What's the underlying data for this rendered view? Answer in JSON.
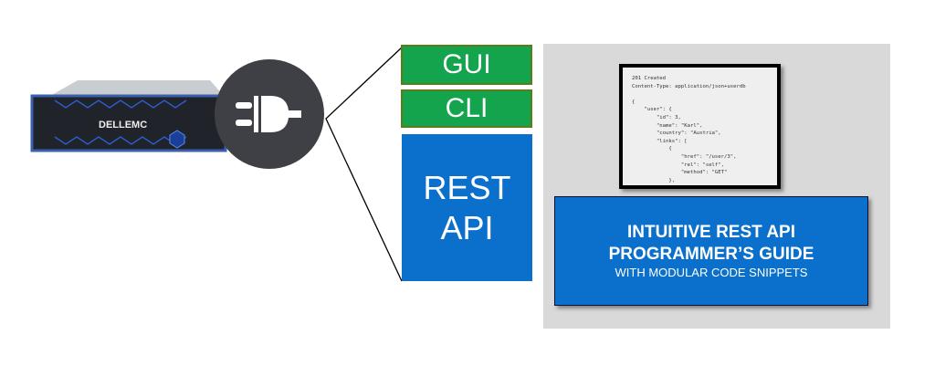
{
  "server": {
    "brand": "DELLEMC"
  },
  "interfaces": [
    {
      "label": "GUI"
    },
    {
      "label": "CLI"
    },
    {
      "label": "REST\nAPI"
    }
  ],
  "code_snippet": "201 Created\nContent-Type: application/json+userdb\n\n{\n    \"user\": {\n        \"id\": 3,\n        \"name\": \"Karl\",\n        \"country\": \"Austria\",\n        \"links\": [\n            {\n                \"href\": \"/user/3\",\n                \"rel\": \"self\",\n                \"method\": \"GET\"\n            },",
  "guide": {
    "title_line1": "INTUITIVE REST API",
    "title_line2": "PROGRAMMER’S GUIDE",
    "subtitle": "WITH MODULAR CODE SNIPPETS"
  },
  "colors": {
    "green": "#14a44d",
    "blue": "#0a70cc",
    "panel": "#d9d9d9",
    "plug_circle": "#3f4045"
  }
}
